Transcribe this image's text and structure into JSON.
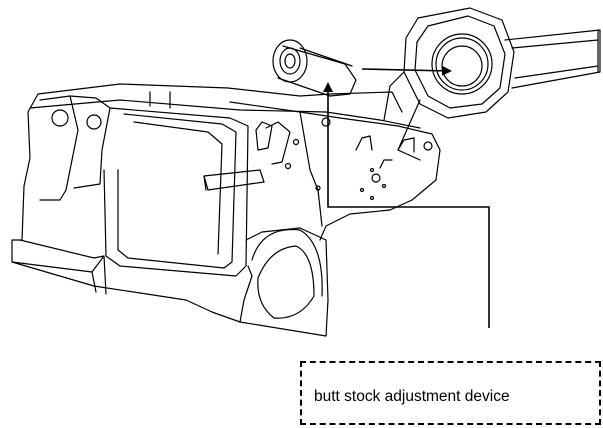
{
  "callout": {
    "label": "butt stock adjustment device"
  },
  "figure": {
    "subject": "lower receiver line drawing",
    "style": "black line art on white"
  }
}
